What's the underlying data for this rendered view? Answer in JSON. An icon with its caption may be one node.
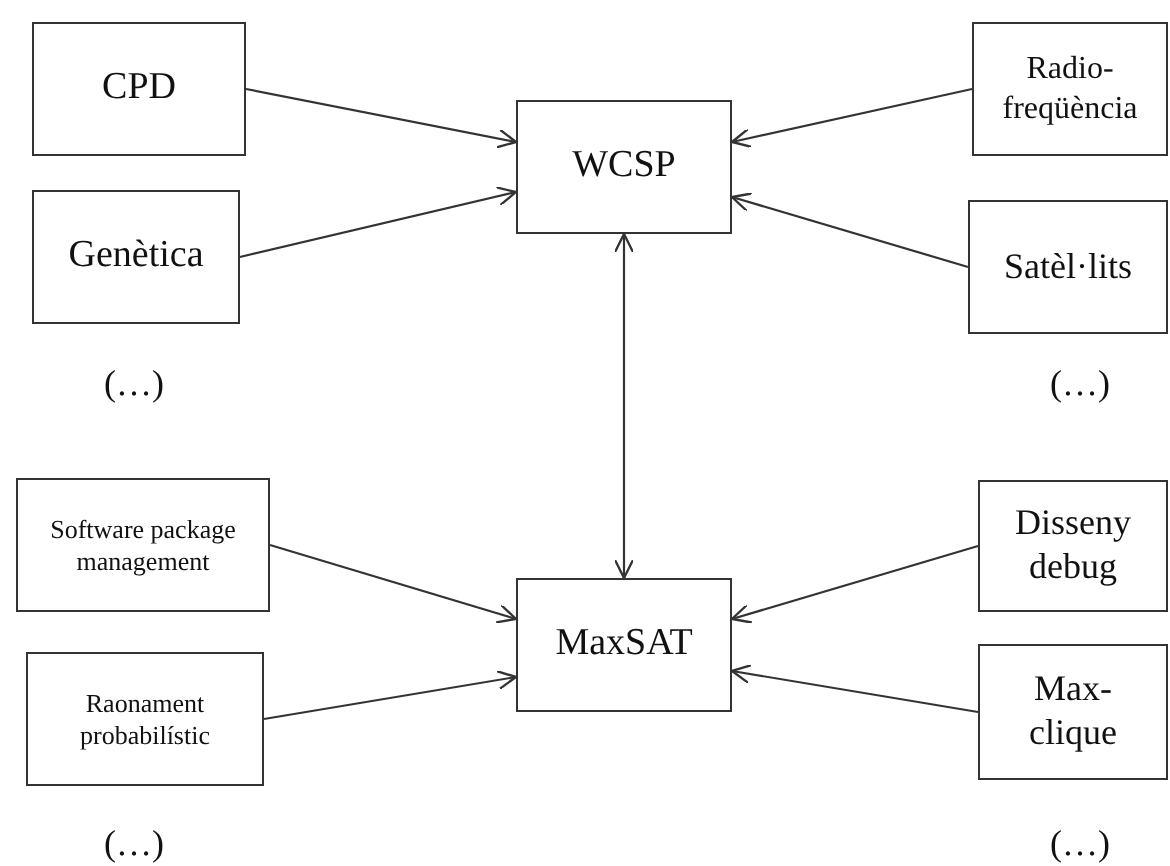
{
  "diagram": {
    "nodes": [
      {
        "text": [
          "CPD"
        ]
      },
      {
        "text": [
          "Genètica"
        ]
      },
      {
        "text": [
          "WCSP"
        ]
      },
      {
        "text": [
          "Radio- freqüència"
        ]
      },
      {
        "text": [
          "Satèl·lits"
        ]
      },
      {
        "text": [
          "Software package management"
        ]
      },
      {
        "text": [
          "Raonament probabilístic"
        ]
      },
      {
        "text": [
          "MaxSAT"
        ]
      },
      {
        "text": [
          "Disseny debug"
        ]
      },
      {
        "text": [
          "Max- clique"
        ]
      }
    ],
    "edges": [
      {
        "from": 0,
        "to": 2,
        "arrow": "to"
      },
      {
        "from": 1,
        "to": 2,
        "arrow": "to"
      },
      {
        "from": 3,
        "to": 2,
        "arrow": "to"
      },
      {
        "from": 4,
        "to": 2,
        "arrow": "to"
      },
      {
        "from": 2,
        "to": 7,
        "arrow": "both"
      },
      {
        "from": 5,
        "to": 7,
        "arrow": "to"
      },
      {
        "from": 6,
        "to": 7,
        "arrow": "to"
      },
      {
        "from": 8,
        "to": 7,
        "arrow": "to"
      },
      {
        "from": 9,
        "to": 7,
        "arrow": "to"
      }
    ],
    "labels": [
      "(…)",
      "(…)",
      "(…)",
      "(…)"
    ]
  }
}
